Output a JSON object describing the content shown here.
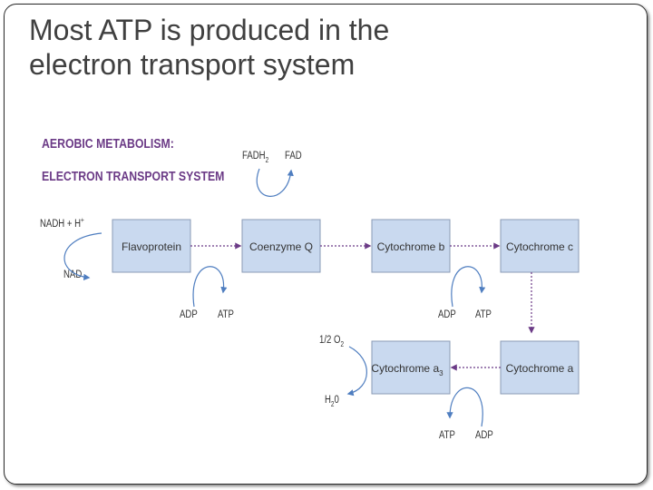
{
  "slide": {
    "title_line1": "Most ATP is produced in the",
    "title_line2": "electron transport system"
  },
  "diagram": {
    "heading_line1": "AEROBIC METABOLISM:",
    "heading_line2": "ELECTRON TRANSPORT SYSTEM",
    "boxes": {
      "flavoprotein": "Flavoprotein",
      "coenzyme_q": "Coenzyme Q",
      "cytochrome_b": "Cytochrome b",
      "cytochrome_c": "Cytochrome c",
      "cytochrome_a": "Cytochrome a",
      "cytochrome_a3": "Cytochrome a",
      "cytochrome_a3_sub": "3"
    },
    "labels": {
      "nadh": "NADH + H",
      "nadh_sup": "+",
      "nad": "NAD",
      "fadh2": "FADH",
      "fadh2_sub": "2",
      "fad": "FAD",
      "adp1": "ADP",
      "atp1": "ATP",
      "adp2": "ADP",
      "atp2": "ATP",
      "atp3": "ATP",
      "adp3": "ADP",
      "half_o2": "1/2 O",
      "half_o2_sub": "2",
      "h2o_h": "H",
      "h2o_sub": "2",
      "h2o_o": "0"
    },
    "colors": {
      "heading": "#6b3a86",
      "box_fill": "#c9d9ef",
      "box_stroke": "#8a9bb5",
      "curve_arrow": "#4f7ec0",
      "dotted_arrow": "#6b3a86",
      "label_text": "#333333"
    }
  }
}
